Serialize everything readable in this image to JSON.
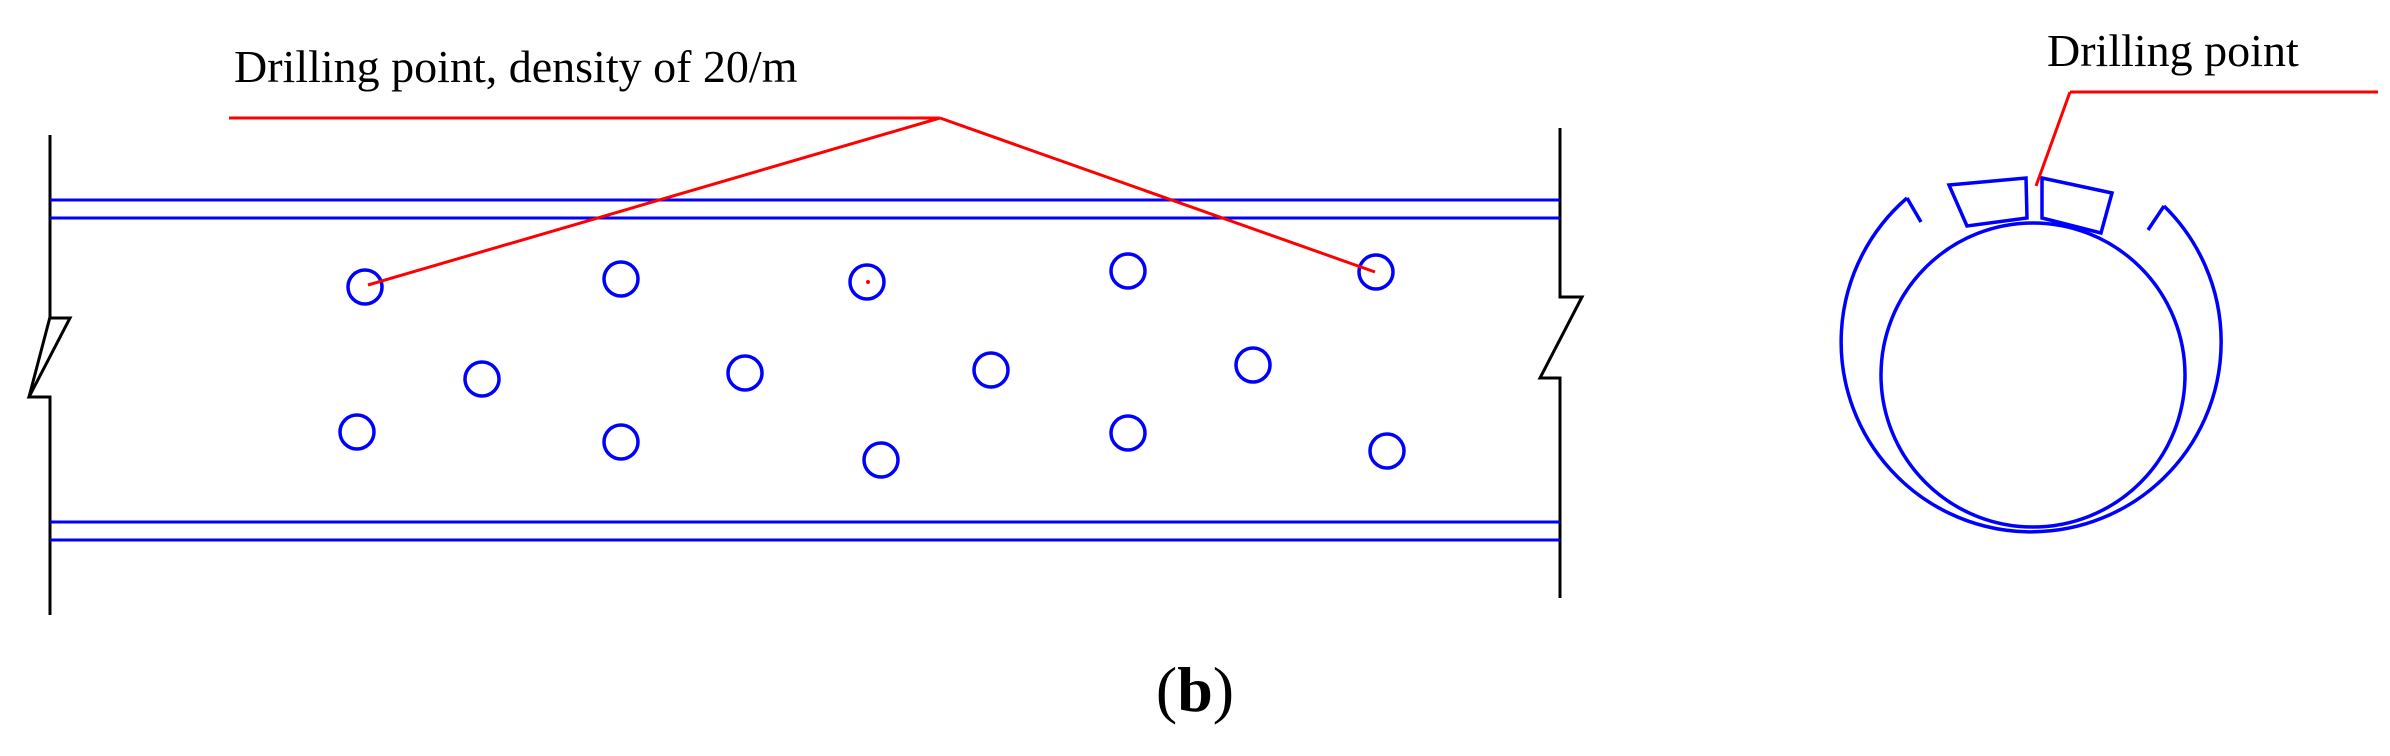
{
  "labels": {
    "main": "Drilling point, density of 20/m",
    "ring": "Drilling point"
  },
  "caption": {
    "open": "(",
    "letter": "b",
    "close": ")"
  },
  "colors": {
    "pipe_line": "#0000ff",
    "leader_line": "#ff0000",
    "outline": "#000000",
    "text": "#000000"
  }
}
